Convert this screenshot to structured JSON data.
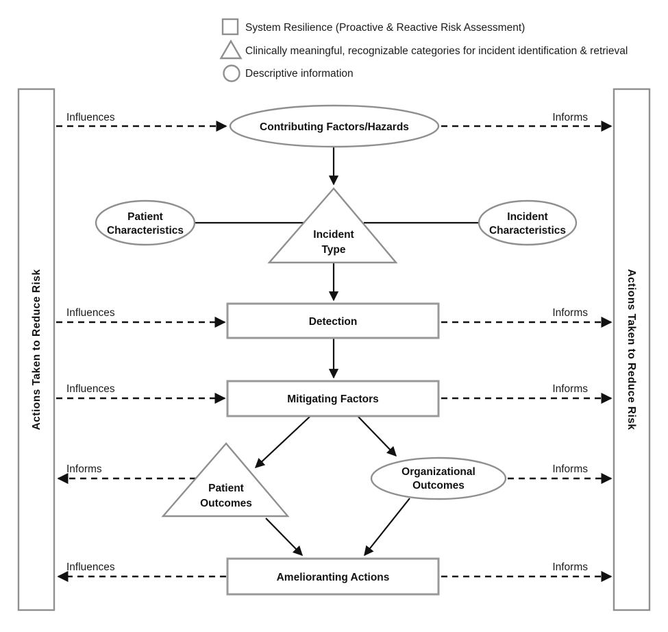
{
  "legend": {
    "items": [
      {
        "shape": "square",
        "label": "System Resilience (Proactive & Reactive Risk Assessment)"
      },
      {
        "shape": "triangle",
        "label": "Clinically meaningful, recognizable categories for incident identification & retrieval"
      },
      {
        "shape": "circle",
        "label": "Descriptive information"
      }
    ]
  },
  "bars": {
    "left": "Actions Taken to Reduce Risk",
    "right": "Actions Taken to Reduce Risk"
  },
  "nodes": {
    "contributing": {
      "label": "Contributing Factors/Hazards"
    },
    "patient_characteristics": {
      "line1": "Patient",
      "line2": "Characteristics"
    },
    "incident_type": {
      "line1": "Incident",
      "line2": "Type"
    },
    "incident_characteristics": {
      "line1": "Incident",
      "line2": "Characteristics"
    },
    "detection": {
      "label": "Detection"
    },
    "mitigating_factors": {
      "label": "Mitigating Factors"
    },
    "patient_outcomes": {
      "line1": "Patient",
      "line2": "Outcomes"
    },
    "organizational_outcomes": {
      "line1": "Organizational",
      "line2": "Outcomes"
    },
    "ameliorating_actions": {
      "label": "Amelioranting Actions"
    }
  },
  "edge_labels": {
    "top_left": "Influences",
    "top_right": "Informs",
    "detection_left": "Influences",
    "detection_right": "Informs",
    "mitigating_left": "Influences",
    "mitigating_right": "Informs",
    "outcomes_left": "Informs",
    "outcomes_right": "Informs",
    "ameliorating_left": "Influences",
    "ameliorating_right": "Informs"
  },
  "colors": {
    "shape_border": "#8f8f8f",
    "arrow": "#111111",
    "text": "#1a1a1a",
    "background": "#ffffff"
  }
}
